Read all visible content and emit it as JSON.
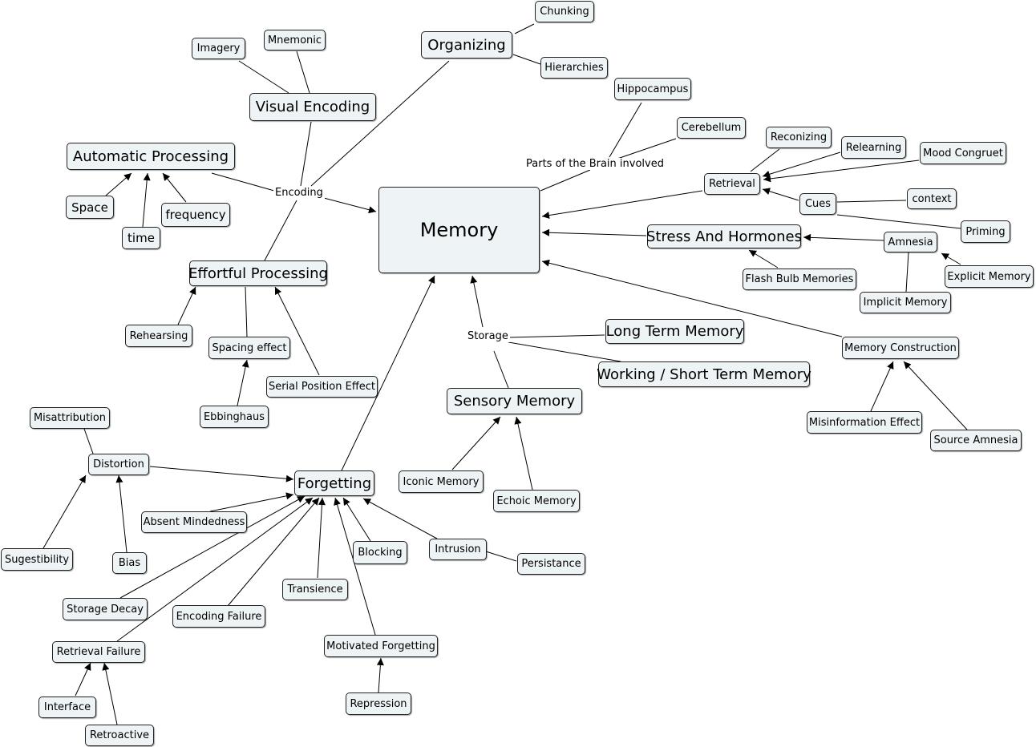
{
  "map": {
    "memory": "Memory",
    "organizing": "Organizing",
    "chunking": "Chunking",
    "hierarchies": "Hierarchies",
    "hippocampus": "Hippocampus",
    "cerebellum": "Cerebellum",
    "parts_of_brain": "Parts of the Brain involved",
    "imagery": "Imagery",
    "mnemonic": "Mnemonic",
    "visual_encoding": "Visual Encoding",
    "automatic_processing": "Automatic Processing",
    "space": "Space",
    "time": "time",
    "frequency": "frequency",
    "encoding": "Encoding",
    "effortful_processing": "Effortful Processing",
    "rehearsing": "Rehearsing",
    "spacing_effect": "Spacing effect",
    "serial_position_effect": "Serial Position Effect",
    "ebbinghaus": "Ebbinghaus",
    "reconizing": "Reconizing",
    "relearning": "Relearning",
    "mood_congruet": "Mood Congruet",
    "retrieval": "Retrieval",
    "cues": "Cues",
    "context": "context",
    "priming": "Priming",
    "stress_and_hormones": "Stress And Hormones",
    "amnesia": "Amnesia",
    "flash_bulb_memories": "Flash Bulb Memories",
    "explicit_memory": "Explicit Memory",
    "implicit_memory": "Implicit Memory",
    "storage": "Storage",
    "long_term_memory": "Long Term Memory",
    "working_short_term_memory": "Working / Short Term Memory",
    "memory_construction": "Memory Construction",
    "sensory_memory": "Sensory Memory",
    "misinformation_effect": "Misinformation Effect",
    "source_amnesia": "Source Amnesia",
    "iconic_memory": "Iconic Memory",
    "echoic_memory": "Echoic Memory",
    "misattribution": "Misattribution",
    "distortion": "Distortion",
    "sugestibility": "Sugestibility",
    "bias": "Bias",
    "forgetting": "Forgetting",
    "absent_mindedness": "Absent Mindedness",
    "blocking": "Blocking",
    "intrusion": "Intrusion",
    "persistance": "Persistance",
    "transience": "Transience",
    "storage_decay": "Storage Decay",
    "encoding_failure": "Encoding Failure",
    "retrieval_failure": "Retrieval Failure",
    "motivated_forgetting": "Motivated Forgetting",
    "repression": "Repression",
    "interface": "Interface",
    "retroactive": "Retroactive"
  }
}
